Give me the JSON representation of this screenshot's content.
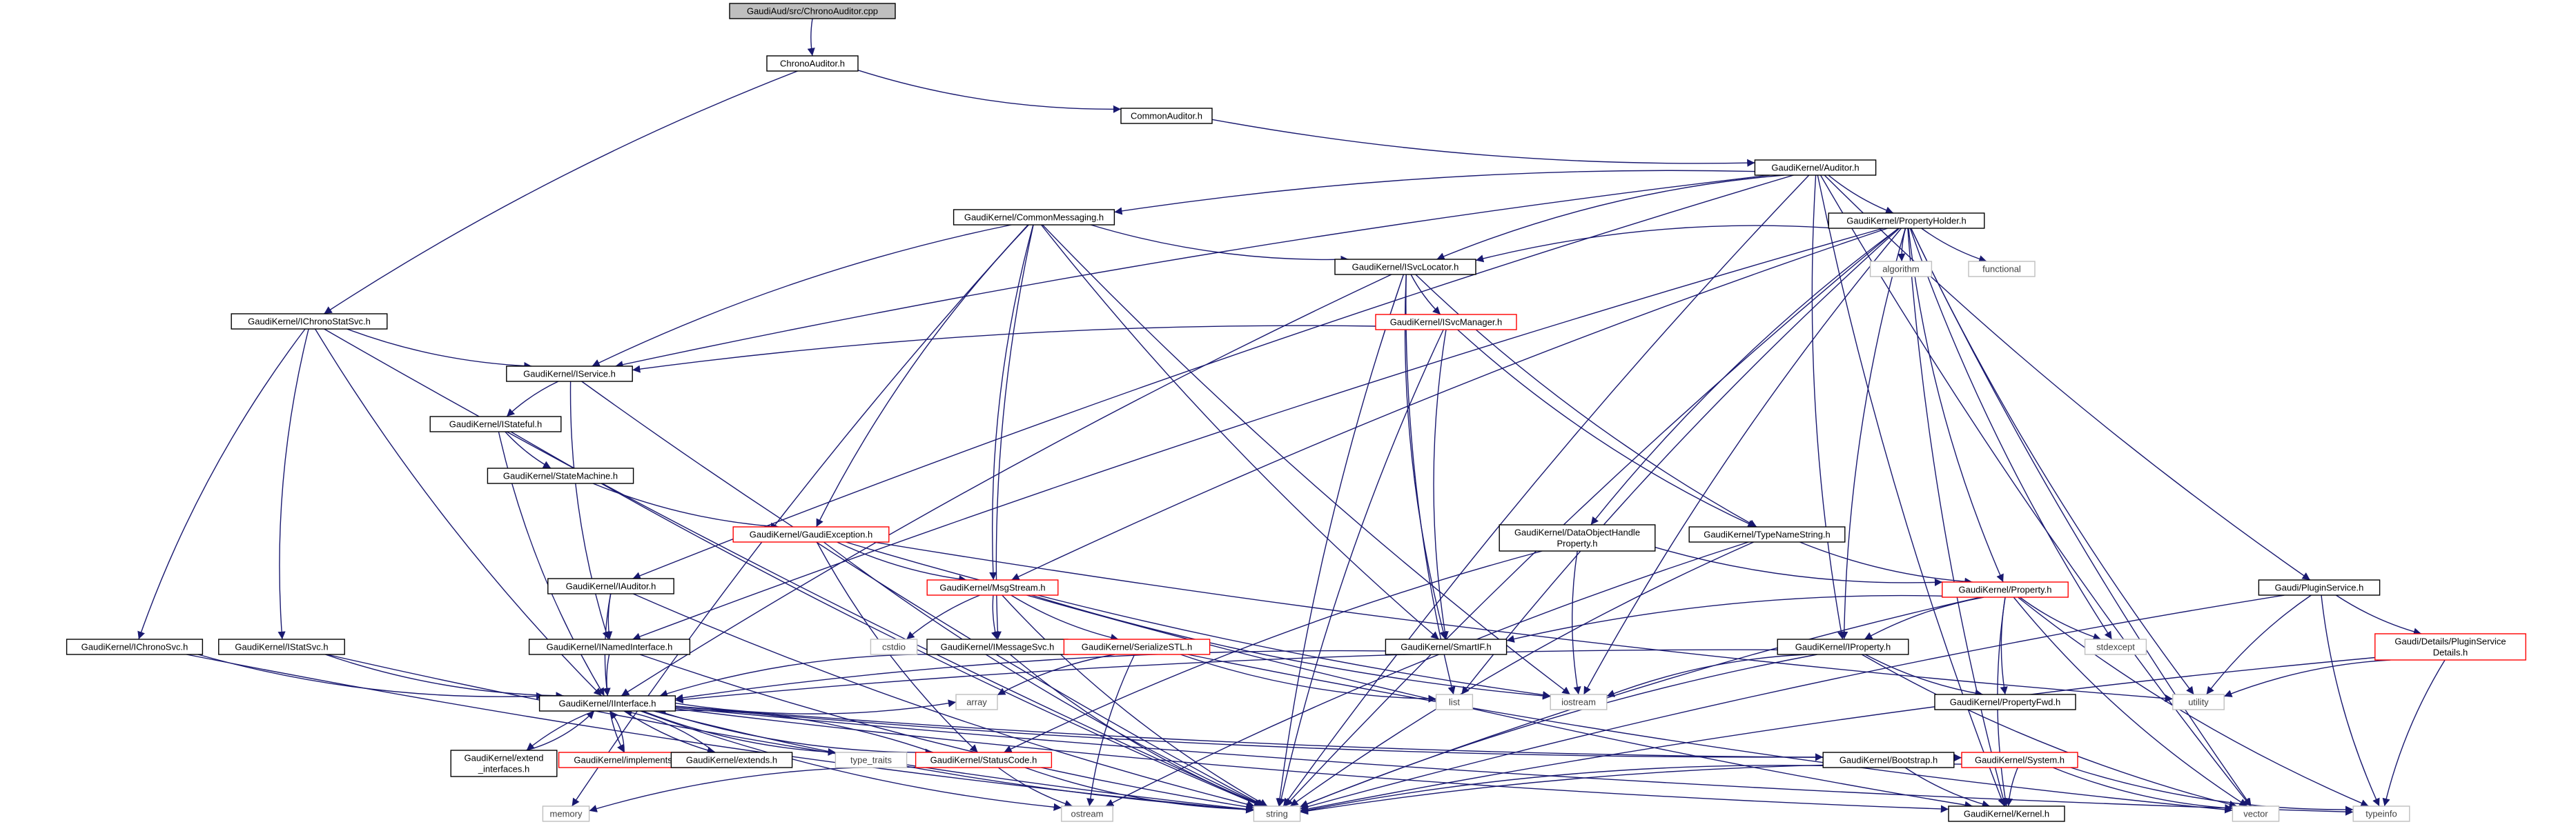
{
  "diagram": {
    "colors": {
      "edge": "#191970",
      "node_border": "#000000",
      "node_fill": "#ffffff",
      "root_fill": "#bfbfbf",
      "external_border": "#bfbfbf",
      "external_text": "#404040",
      "truncated_border": "#ff0000"
    },
    "nodes": [
      {
        "id": "root",
        "label": "GaudiAud/src/ChronoAuditor.cpp",
        "kind": "root"
      },
      {
        "id": "chrono",
        "label": "ChronoAuditor.h",
        "kind": "normal"
      },
      {
        "id": "common",
        "label": "CommonAuditor.h",
        "kind": "normal"
      },
      {
        "id": "auditor",
        "label": "GaudiKernel/Auditor.h",
        "kind": "normal"
      },
      {
        "id": "commsg",
        "label": "GaudiKernel/CommonMessaging.h",
        "kind": "normal"
      },
      {
        "id": "propholder",
        "label": "GaudiKernel/PropertyHolder.h",
        "kind": "normal"
      },
      {
        "id": "ichronostat",
        "label": "GaudiKernel/IChronoStatSvc.h",
        "kind": "normal"
      },
      {
        "id": "isvcloc",
        "label": "GaudiKernel/ISvcLocator.h",
        "kind": "normal"
      },
      {
        "id": "algorithm",
        "label": "algorithm",
        "kind": "external"
      },
      {
        "id": "functional",
        "label": "functional",
        "kind": "external"
      },
      {
        "id": "isvcmgr",
        "label": "GaudiKernel/ISvcManager.h",
        "kind": "truncated"
      },
      {
        "id": "iservice",
        "label": "GaudiKernel/IService.h",
        "kind": "normal"
      },
      {
        "id": "istateful",
        "label": "GaudiKernel/IStateful.h",
        "kind": "normal"
      },
      {
        "id": "statemachine",
        "label": "GaudiKernel/StateMachine.h",
        "kind": "normal"
      },
      {
        "id": "gaudiexc",
        "label": "GaudiKernel/GaudiException.h",
        "kind": "truncated"
      },
      {
        "id": "dataobj",
        "label": "GaudiKernel/DataObjectHandle Property.h",
        "kind": "normal"
      },
      {
        "id": "typename",
        "label": "GaudiKernel/TypeNameString.h",
        "kind": "normal"
      },
      {
        "id": "iauditor",
        "label": "GaudiKernel/IAuditor.h",
        "kind": "normal"
      },
      {
        "id": "msgstream",
        "label": "GaudiKernel/MsgStream.h",
        "kind": "truncated"
      },
      {
        "id": "property",
        "label": "GaudiKernel/Property.h",
        "kind": "truncated"
      },
      {
        "id": "pluginsvc",
        "label": "Gaudi/PluginService.h",
        "kind": "normal"
      },
      {
        "id": "ichronosvc",
        "label": "GaudiKernel/IChronoSvc.h",
        "kind": "normal"
      },
      {
        "id": "istatsvc",
        "label": "GaudiKernel/IStatSvc.h",
        "kind": "normal"
      },
      {
        "id": "inamed",
        "label": "GaudiKernel/INamedInterface.h",
        "kind": "normal"
      },
      {
        "id": "cstdio",
        "label": "cstdio",
        "kind": "external"
      },
      {
        "id": "imessagesvc",
        "label": "GaudiKernel/IMessageSvc.h",
        "kind": "normal"
      },
      {
        "id": "serialize",
        "label": "GaudiKernel/SerializeSTL.h",
        "kind": "truncated"
      },
      {
        "id": "smartif",
        "label": "GaudiKernel/SmartIF.h",
        "kind": "normal"
      },
      {
        "id": "iproperty",
        "label": "GaudiKernel/IProperty.h",
        "kind": "normal"
      },
      {
        "id": "stdexcept",
        "label": "stdexcept",
        "kind": "external"
      },
      {
        "id": "plugindetails",
        "label": "Gaudi/Details/PluginService Details.h",
        "kind": "truncated"
      },
      {
        "id": "array",
        "label": "array",
        "kind": "external"
      },
      {
        "id": "list",
        "label": "list",
        "kind": "external"
      },
      {
        "id": "iostream",
        "label": "iostream",
        "kind": "external"
      },
      {
        "id": "utility",
        "label": "utility",
        "kind": "external"
      },
      {
        "id": "propfwd",
        "label": "GaudiKernel/PropertyFwd.h",
        "kind": "normal"
      },
      {
        "id": "iinterface",
        "label": "GaudiKernel/IInterface.h",
        "kind": "normal"
      },
      {
        "id": "extendintf",
        "label": "GaudiKernel/extend _interfaces.h",
        "kind": "normal"
      },
      {
        "id": "implements",
        "label": "GaudiKernel/implements.h",
        "kind": "truncated"
      },
      {
        "id": "extends",
        "label": "GaudiKernel/extends.h",
        "kind": "normal"
      },
      {
        "id": "typetraits",
        "label": "type_traits",
        "kind": "external"
      },
      {
        "id": "statuscode",
        "label": "GaudiKernel/StatusCode.h",
        "kind": "truncated"
      },
      {
        "id": "bootstrap",
        "label": "GaudiKernel/Bootstrap.h",
        "kind": "normal"
      },
      {
        "id": "system",
        "label": "GaudiKernel/System.h",
        "kind": "truncated"
      },
      {
        "id": "memory",
        "label": "memory",
        "kind": "external"
      },
      {
        "id": "ostream",
        "label": "ostream",
        "kind": "external"
      },
      {
        "id": "string",
        "label": "string",
        "kind": "external"
      },
      {
        "id": "kernel",
        "label": "GaudiKernel/Kernel.h",
        "kind": "normal"
      },
      {
        "id": "vector",
        "label": "vector",
        "kind": "external"
      },
      {
        "id": "typeinfo",
        "label": "typeinfo",
        "kind": "external"
      }
    ],
    "edges": [
      [
        "root",
        "chrono"
      ],
      [
        "chrono",
        "common"
      ],
      [
        "chrono",
        "ichronostat"
      ],
      [
        "common",
        "auditor"
      ],
      [
        "auditor",
        "commsg"
      ],
      [
        "auditor",
        "propholder"
      ],
      [
        "auditor",
        "isvcloc"
      ],
      [
        "auditor",
        "iservice"
      ],
      [
        "auditor",
        "iauditor"
      ],
      [
        "auditor",
        "iproperty"
      ],
      [
        "auditor",
        "pluginsvc"
      ],
      [
        "auditor",
        "vector"
      ],
      [
        "auditor",
        "string"
      ],
      [
        "auditor",
        "kernel"
      ],
      [
        "commsg",
        "isvcloc"
      ],
      [
        "commsg",
        "iservice"
      ],
      [
        "commsg",
        "gaudiexc"
      ],
      [
        "commsg",
        "msgstream"
      ],
      [
        "commsg",
        "imessagesvc"
      ],
      [
        "commsg",
        "smartif"
      ],
      [
        "commsg",
        "iostream"
      ],
      [
        "commsg",
        "memory"
      ],
      [
        "propholder",
        "isvcloc"
      ],
      [
        "propholder",
        "algorithm"
      ],
      [
        "propholder",
        "functional"
      ],
      [
        "propholder",
        "dataobj"
      ],
      [
        "propholder",
        "property"
      ],
      [
        "propholder",
        "iproperty"
      ],
      [
        "propholder",
        "stdexcept"
      ],
      [
        "propholder",
        "msgstream"
      ],
      [
        "propholder",
        "inamed"
      ],
      [
        "propholder",
        "list"
      ],
      [
        "propholder",
        "utility"
      ],
      [
        "propholder",
        "vector"
      ],
      [
        "propholder",
        "string"
      ],
      [
        "propholder",
        "iostream"
      ],
      [
        "propholder",
        "kernel"
      ],
      [
        "ichronostat",
        "iservice"
      ],
      [
        "ichronostat",
        "ichronosvc"
      ],
      [
        "ichronostat",
        "istatsvc"
      ],
      [
        "ichronostat",
        "iinterface"
      ],
      [
        "ichronostat",
        "string"
      ],
      [
        "isvcloc",
        "isvcmgr"
      ],
      [
        "isvcloc",
        "smartif"
      ],
      [
        "isvcloc",
        "typename"
      ],
      [
        "isvcloc",
        "iinterface"
      ],
      [
        "isvcloc",
        "list"
      ],
      [
        "isvcloc",
        "string"
      ],
      [
        "isvcmgr",
        "iservice"
      ],
      [
        "isvcmgr",
        "smartif"
      ],
      [
        "isvcmgr",
        "typename"
      ],
      [
        "isvcmgr",
        "string"
      ],
      [
        "iservice",
        "istateful"
      ],
      [
        "iservice",
        "inamed"
      ],
      [
        "iservice",
        "string"
      ],
      [
        "istateful",
        "statemachine"
      ],
      [
        "istateful",
        "iinterface"
      ],
      [
        "istateful",
        "string"
      ],
      [
        "statemachine",
        "gaudiexc"
      ],
      [
        "gaudiexc",
        "msgstream"
      ],
      [
        "gaudiexc",
        "statuscode"
      ],
      [
        "gaudiexc",
        "iostream"
      ],
      [
        "gaudiexc",
        "string"
      ],
      [
        "gaudiexc",
        "utility"
      ],
      [
        "dataobj",
        "property"
      ],
      [
        "dataobj",
        "iostream"
      ],
      [
        "dataobj",
        "statuscode"
      ],
      [
        "typename",
        "property"
      ],
      [
        "typename",
        "string"
      ],
      [
        "typename",
        "ostream"
      ],
      [
        "iauditor",
        "inamed"
      ],
      [
        "iauditor",
        "iinterface"
      ],
      [
        "iauditor",
        "string"
      ],
      [
        "msgstream",
        "imessagesvc"
      ],
      [
        "msgstream",
        "serialize"
      ],
      [
        "msgstream",
        "cstdio"
      ],
      [
        "msgstream",
        "iostream"
      ],
      [
        "msgstream",
        "string"
      ],
      [
        "msgstream",
        "kernel"
      ],
      [
        "property",
        "iproperty"
      ],
      [
        "property",
        "propfwd"
      ],
      [
        "property",
        "smartif"
      ],
      [
        "property",
        "stdexcept"
      ],
      [
        "property",
        "string"
      ],
      [
        "property",
        "kernel"
      ],
      [
        "property",
        "typeinfo"
      ],
      [
        "property",
        "vector"
      ],
      [
        "pluginsvc",
        "plugindetails"
      ],
      [
        "pluginsvc",
        "utility"
      ],
      [
        "pluginsvc",
        "typeinfo"
      ],
      [
        "pluginsvc",
        "string"
      ],
      [
        "ichronosvc",
        "iinterface"
      ],
      [
        "ichronosvc",
        "string"
      ],
      [
        "istatsvc",
        "iinterface"
      ],
      [
        "istatsvc",
        "string"
      ],
      [
        "inamed",
        "iinterface"
      ],
      [
        "inamed",
        "string"
      ],
      [
        "imessagesvc",
        "iinterface"
      ],
      [
        "imessagesvc",
        "string"
      ],
      [
        "serialize",
        "array"
      ],
      [
        "serialize",
        "list"
      ],
      [
        "serialize",
        "ostream"
      ],
      [
        "serialize",
        "vector"
      ],
      [
        "smartif",
        "iinterface"
      ],
      [
        "iproperty",
        "iinterface"
      ],
      [
        "iproperty",
        "propfwd"
      ],
      [
        "iproperty",
        "iostream"
      ],
      [
        "iproperty",
        "string"
      ],
      [
        "iproperty",
        "vector"
      ],
      [
        "plugindetails",
        "utility"
      ],
      [
        "plugindetails",
        "typeinfo"
      ],
      [
        "plugindetails",
        "string"
      ],
      [
        "iinterface",
        "extendintf"
      ],
      [
        "iinterface",
        "implements"
      ],
      [
        "iinterface",
        "extends"
      ],
      [
        "iinterface",
        "typetraits"
      ],
      [
        "iinterface",
        "statuscode"
      ],
      [
        "iinterface",
        "bootstrap"
      ],
      [
        "iinterface",
        "system"
      ],
      [
        "iinterface",
        "kernel"
      ],
      [
        "iinterface",
        "array"
      ],
      [
        "iinterface",
        "string"
      ],
      [
        "iinterface",
        "ostream"
      ],
      [
        "iinterface",
        "typeinfo"
      ],
      [
        "extendintf",
        "iinterface"
      ],
      [
        "implements",
        "iinterface"
      ],
      [
        "extends",
        "iinterface"
      ],
      [
        "statuscode",
        "iinterface"
      ],
      [
        "statuscode",
        "ostream"
      ],
      [
        "statuscode",
        "string"
      ],
      [
        "statuscode",
        "memory"
      ],
      [
        "bootstrap",
        "kernel"
      ],
      [
        "bootstrap",
        "string"
      ],
      [
        "system",
        "kernel"
      ],
      [
        "system",
        "string"
      ],
      [
        "system",
        "vector"
      ],
      [
        "system",
        "typeinfo"
      ]
    ]
  }
}
